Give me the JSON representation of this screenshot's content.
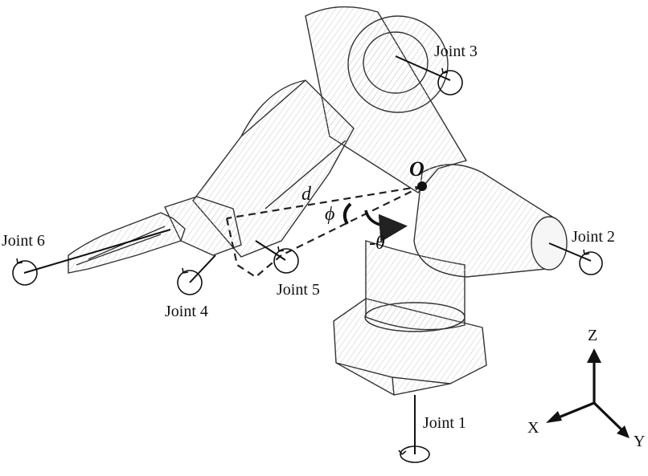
{
  "joints": {
    "j1": "Joint 1",
    "j2": "Joint 2",
    "j3": "Joint 3",
    "j4": "Joint 4",
    "j5": "Joint 5",
    "j6": "Joint 6"
  },
  "symbols": {
    "origin": "O",
    "distance": "d",
    "phi": "ϕ",
    "theta": "-θ"
  },
  "axes": {
    "x": "X",
    "y": "Y",
    "z": "Z"
  }
}
